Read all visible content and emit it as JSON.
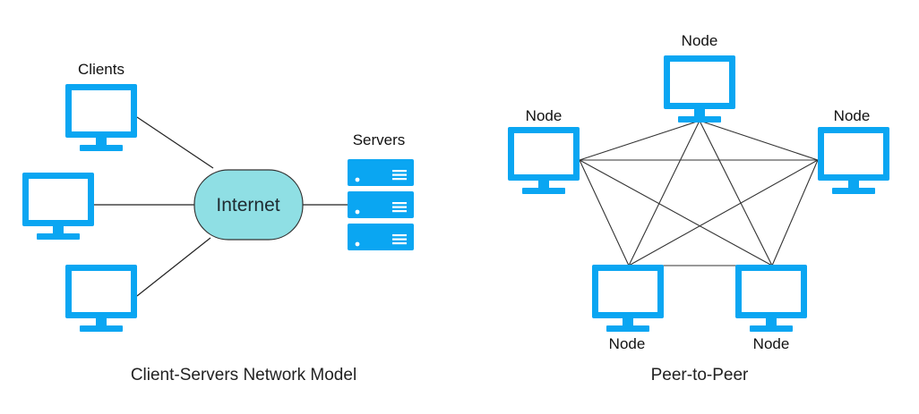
{
  "client_server": {
    "clients_label": "Clients",
    "servers_label": "Servers",
    "internet_label": "Internet",
    "caption": "Client-Servers Network Model"
  },
  "peer_to_peer": {
    "node_label": "Node",
    "caption": "Peer-to-Peer"
  },
  "colors": {
    "device": "#0aa6f2",
    "internet_fill": "#8fdfe4",
    "internet_stroke": "#333333"
  },
  "icons": [
    "monitor-icon",
    "server-rack-icon"
  ]
}
